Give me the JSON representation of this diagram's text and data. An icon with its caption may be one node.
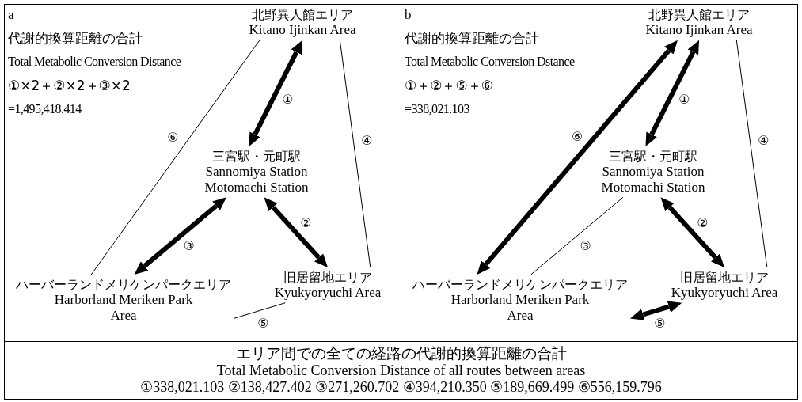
{
  "diagram": {
    "nodes": [
      {
        "text": [
          "a",
          "代謝的換算距離の合計",
          "Total Metabolic Conversion Distance",
          "①×2＋②×2＋③×2",
          "=1,495,418.414"
        ]
      },
      {
        "text": [
          "北野異人館エリア",
          "Kitano Ijinkan Area"
        ],
        "in": 0
      },
      {
        "text": [
          "三宮駅・元町駅",
          "Sannomiya Station Motomachi Station"
        ],
        "in": 0
      },
      {
        "text": [
          "ハーバーランドメリケンパークエリア",
          "Harborland Meriken Park Area"
        ],
        "in": 0
      },
      {
        "text": [
          "旧居留地エリア",
          "Kyukyoryuchi Area"
        ],
        "in": 0
      },
      {
        "text": [
          "b",
          "代謝的換算距離の合計",
          "Total Metabolic Conversion Dstance",
          "①＋②＋⑤＋⑥",
          "=338,021.103"
        ]
      },
      {
        "text": [
          "北野異人館エリア",
          "Kitano Ijinkan Area"
        ],
        "in": 5
      },
      {
        "text": [
          "三宮駅・元町駅",
          "Sannomiya Station Motomachi Station"
        ],
        "in": 5
      },
      {
        "text": [
          "ハーバーランドメリケンパークエリア",
          "Harborland Meriken Park Area"
        ],
        "in": 5
      },
      {
        "text": [
          "旧居留地エリア",
          "Kyukyoryuchi Area"
        ],
        "in": 5
      },
      {
        "text": [
          "エリア間での全ての経路の代謝的換算距離の合計",
          "Total Metabolic Conversion Distance of all routes between areas",
          "①338,021.103 ②138,427.402 ③271,260.702 ④394,210.350 ⑤189,669.499 ⑥556,159.796"
        ]
      }
    ],
    "edges": [
      {
        "from": 1,
        "to": 2,
        "arrow": "both",
        "label": "①"
      },
      {
        "from": 2,
        "to": 4,
        "arrow": "both",
        "label": "②"
      },
      {
        "from": 3,
        "to": 2,
        "arrow": "both",
        "label": "③"
      },
      {
        "from": 1,
        "to": 4,
        "arrow": "none",
        "label": "④"
      },
      {
        "from": 4,
        "to": 3,
        "arrow": "none",
        "label": "⑤"
      },
      {
        "from": 1,
        "to": 3,
        "arrow": "none",
        "label": "⑥"
      },
      {
        "from": 6,
        "to": 7,
        "arrow": "both",
        "label": "①"
      },
      {
        "from": 7,
        "to": 9,
        "arrow": "both",
        "label": "②"
      },
      {
        "from": 7,
        "to": 8,
        "arrow": "none",
        "label": "③"
      },
      {
        "from": 6,
        "to": 9,
        "arrow": "none",
        "label": "④"
      },
      {
        "from": 9,
        "to": 8,
        "arrow": "both",
        "label": "⑤"
      },
      {
        "from": 6,
        "to": 8,
        "arrow": "both",
        "label": "⑥"
      }
    ]
  }
}
